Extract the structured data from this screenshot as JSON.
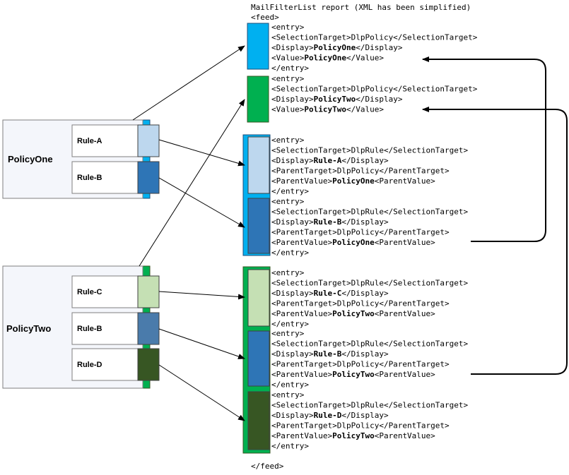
{
  "header": "MailFilterList report (XML has been simplified)",
  "feed_open": "<feed>",
  "feed_close": "</feed>",
  "colors": {
    "policy_one_bracket": "#00b0f0",
    "policy_two_bracket": "#00b050",
    "rule_a": "#bdd7ee",
    "rule_b_one": "#2e75b6",
    "rule_c": "#c5e0b4",
    "rule_b_two": "#4a7bab",
    "rule_d": "#375623",
    "arrow": "#000000"
  },
  "policies": [
    {
      "name": "PolicyOne",
      "color": "#00b0f0",
      "rules": [
        {
          "name": "Rule-A",
          "color": "#bdd7ee"
        },
        {
          "name": "Rule-B",
          "color": "#2e75b6"
        }
      ]
    },
    {
      "name": "PolicyTwo",
      "color": "#00b050",
      "rules": [
        {
          "name": "Rule-C",
          "color": "#c5e0b4"
        },
        {
          "name": "Rule-B",
          "color": "#4a7bab"
        },
        {
          "name": "Rule-D",
          "color": "#375623"
        }
      ]
    }
  ],
  "entries": [
    {
      "marker_color": "#00b0f0",
      "lines": [
        [
          {
            "t": "<entry>"
          }
        ],
        [
          {
            "t": "    <SelectionTarget>DlpPolicy</SelectionTarget>"
          }
        ],
        [
          {
            "t": "    <Display>"
          },
          {
            "t": "PolicyOne",
            "b": true
          },
          {
            "t": "</Display>"
          }
        ],
        [
          {
            "t": "    <Value>"
          },
          {
            "t": "PolicyOne",
            "b": true
          },
          {
            "t": "</Value>"
          }
        ],
        [
          {
            "t": "</entry>"
          }
        ]
      ]
    },
    {
      "marker_color": "#00b050",
      "lines": [
        [
          {
            "t": "<entry>"
          }
        ],
        [
          {
            "t": "    <SelectionTarget>DlpPolicy</SelectionTarget>"
          }
        ],
        [
          {
            "t": "    <Display>"
          },
          {
            "t": "PolicyTwo",
            "b": true
          },
          {
            "t": "</Display>"
          }
        ],
        [
          {
            "t": "    <Value>"
          },
          {
            "t": "PolicyTwo",
            "b": true
          },
          {
            "t": "</Value>"
          }
        ]
      ]
    },
    {
      "marker_color": "#bdd7ee",
      "lines": [
        [
          {
            "t": "<entry>"
          }
        ],
        [
          {
            "t": "    <SelectionTarget>DlpRule</SelectionTarget>"
          }
        ],
        [
          {
            "t": "    <Display>"
          },
          {
            "t": "Rule-A",
            "b": true
          },
          {
            "t": "</Display>"
          }
        ],
        [
          {
            "t": "    <ParentTarget>DlpPolicy</ParentTarget>"
          }
        ],
        [
          {
            "t": "    <ParentValue>"
          },
          {
            "t": "PolicyOne",
            "b": true
          },
          {
            "t": "<ParentValue>"
          }
        ],
        [
          {
            "t": "</entry>"
          }
        ]
      ]
    },
    {
      "marker_color": "#2e75b6",
      "lines": [
        [
          {
            "t": "<entry>"
          }
        ],
        [
          {
            "t": "    <SelectionTarget>DlpRule</SelectionTarget>"
          }
        ],
        [
          {
            "t": "    <Display>"
          },
          {
            "t": "Rule-B",
            "b": true
          },
          {
            "t": "</Display>"
          }
        ],
        [
          {
            "t": "    <ParentTarget>DlpPolicy</ParentTarget>"
          }
        ],
        [
          {
            "t": "    <ParentValue>"
          },
          {
            "t": "PolicyOne",
            "b": true
          },
          {
            "t": "<ParentValue>"
          }
        ],
        [
          {
            "t": "</entry>"
          }
        ]
      ]
    },
    {
      "marker_color": "#c5e0b4",
      "lines": [
        [
          {
            "t": "<entry>"
          }
        ],
        [
          {
            "t": "    <SelectionTarget>DlpRule</SelectionTarget>"
          }
        ],
        [
          {
            "t": "    <Display>"
          },
          {
            "t": "Rule-C",
            "b": true
          },
          {
            "t": "</Display>"
          }
        ],
        [
          {
            "t": "    <ParentTarget>DlpPolicy</ParentTarget>"
          }
        ],
        [
          {
            "t": "    <ParentValue>"
          },
          {
            "t": "PolicyTwo",
            "b": true
          },
          {
            "t": "<ParentValue>"
          }
        ],
        [
          {
            "t": "</entry>"
          }
        ]
      ]
    },
    {
      "marker_color": "#2e75b6",
      "lines": [
        [
          {
            "t": "<entry>"
          }
        ],
        [
          {
            "t": "    <SelectionTarget>DlpRule</SelectionTarget>"
          }
        ],
        [
          {
            "t": "    <Display>"
          },
          {
            "t": "Rule-B",
            "b": true
          },
          {
            "t": "</Display>"
          }
        ],
        [
          {
            "t": "    <ParentTarget>DlpPolicy</ParentTarget>"
          }
        ],
        [
          {
            "t": "    <ParentValue>"
          },
          {
            "t": "PolicyTwo",
            "b": true
          },
          {
            "t": "<ParentValue>"
          }
        ],
        [
          {
            "t": "</entry>"
          }
        ]
      ]
    },
    {
      "marker_color": "#375623",
      "lines": [
        [
          {
            "t": "<entry>"
          }
        ],
        [
          {
            "t": "    <SelectionTarget>DlpRule</SelectionTarget>"
          }
        ],
        [
          {
            "t": "    <Display>"
          },
          {
            "t": "Rule-D",
            "b": true
          },
          {
            "t": "</Display>"
          }
        ],
        [
          {
            "t": "    <ParentTarget>DlpPolicy</ParentTarget>"
          }
        ],
        [
          {
            "t": "    <ParentValue>"
          },
          {
            "t": "PolicyTwo",
            "b": true
          },
          {
            "t": "<ParentValue>"
          }
        ],
        [
          {
            "t": "</entry>"
          }
        ]
      ]
    }
  ]
}
